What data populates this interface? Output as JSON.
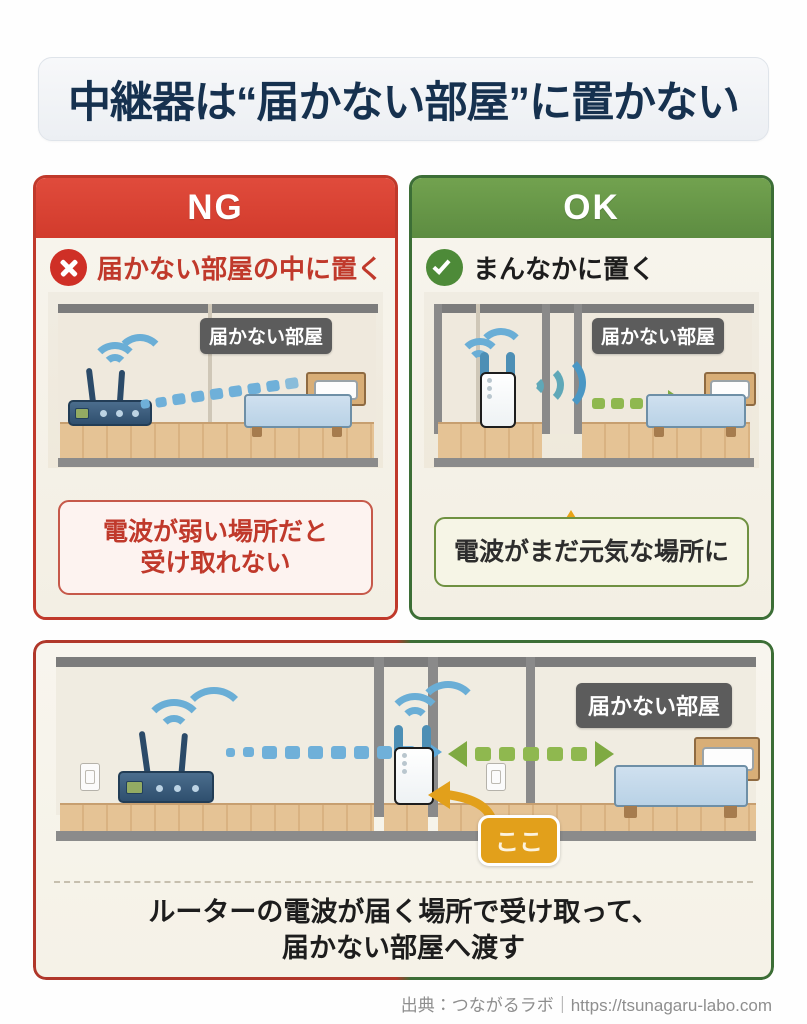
{
  "title": {
    "text": "中継器は“届かない部屋”に置かない"
  },
  "panels": {
    "ng": {
      "header": "NG",
      "icon_name": "x-mark-icon",
      "subtitle": "届かない部屋の中に置く",
      "room_label": "届かない部屋",
      "caption_line1": "電波が弱い場所だと",
      "caption_line2": "受け取れない",
      "accent_color": "#c0392b",
      "header_color": "#d23b2c"
    },
    "ok": {
      "header": "OK",
      "icon_name": "check-mark-icon",
      "subtitle": "まんなかに置く",
      "room_label": "届かない部屋",
      "caption_line1": "電波がまだ元気な場所に",
      "accent_color": "#3c6e36",
      "header_color": "#5d8c41"
    }
  },
  "bottom": {
    "room_label": "届かない部屋",
    "here_badge": "ここ",
    "caption_line1": "ルーターの電波が届く場所で受け取って、",
    "caption_line2": "届かない部屋へ渡す"
  },
  "footer": {
    "text": "出典：つながるラボ｜https://tsunagaru-labo.com"
  }
}
